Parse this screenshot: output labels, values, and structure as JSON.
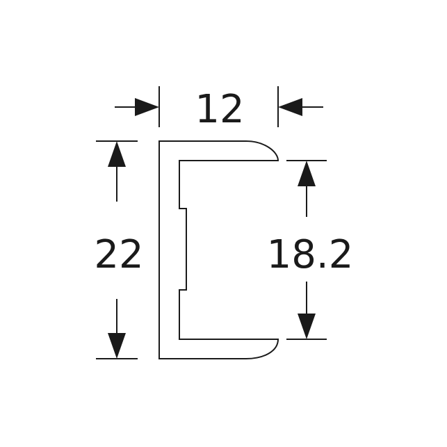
{
  "colors": {
    "line": "#1a1a1a",
    "background": "#ffffff"
  },
  "dimensions": {
    "width": {
      "value": "12"
    },
    "outer_height": {
      "value": "22"
    },
    "inner_height": {
      "value": "18.2"
    }
  }
}
